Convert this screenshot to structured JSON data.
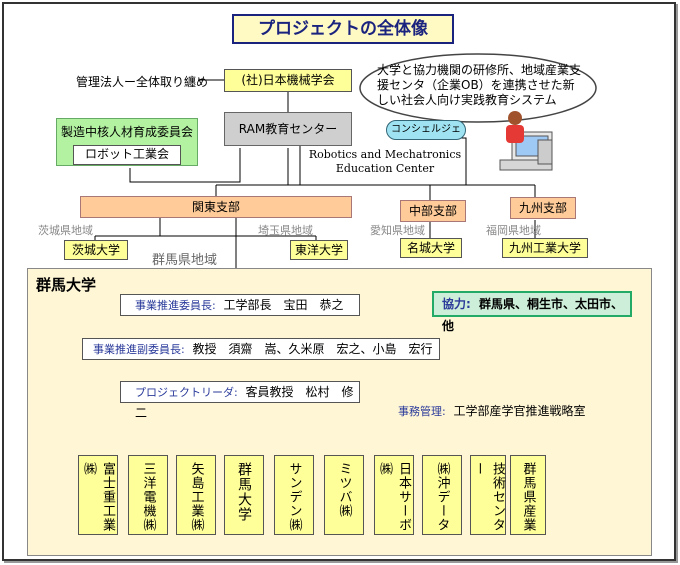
{
  "title": "プロジェクトの全体像",
  "management_label": "管理法人ー全体取り纏め",
  "jsme": "(社)日本機械学会",
  "cloud_text": "大学と協力機関の研修所、地域産業支援センタ（企業OB）を連携させた新しい社会人向け実践教育システム",
  "committee": "製造中核人材育成委員会",
  "robot_assoc": "ロボット工業会",
  "ram_center": "RAM教育センター",
  "concierge": "コンシェルジェ",
  "rme_line1": "Robotics and Mechatronics",
  "rme_line2": "Education Center",
  "branches": {
    "kanto": "関東支部",
    "chubu": "中部支部",
    "kyushu": "九州支部"
  },
  "regions": {
    "ibaraki": "茨城県地域",
    "saitama": "埼玉県地域",
    "aichi": "愛知県地域",
    "fukuoka": "福岡県地域",
    "gunma": "群馬県地域"
  },
  "universities": {
    "ibaraki": "茨城大学",
    "toyo": "東洋大学",
    "meijo": "名城大学",
    "kyutech": "九州工業大学"
  },
  "gunma_univ": "群馬大学",
  "roles": {
    "chair_key": "事業推進委員長:",
    "chair_val": "工学部長　宝田　恭之",
    "vice_key": "事業推進副委員長:",
    "vice_val": "教授　須齋　嵩、久米原　宏之、小島　宏行",
    "leader_key": "プロジェクトリーダ:",
    "leader_val": "客員教授　松村　修二",
    "office_key": "事務管理:",
    "office_val": "工学部産学官推進戦略室"
  },
  "cooperation_key": "協力:",
  "cooperation_val": "群馬県、桐生市、太田市、他",
  "members": [
    "富士重工業㈱",
    "三洋電機㈱",
    "矢島工業㈱",
    "群馬大学",
    "サンデン㈱",
    "ミツバ㈱",
    "日本サーボ㈱",
    "㈱沖データ",
    "技術センター",
    "群馬県産業"
  ],
  "colors": {
    "title_border": "#1a237e",
    "yellow": "#ffff99",
    "green": "#b2f2a0",
    "orange": "#ffcc99",
    "cream": "#fff6d6"
  }
}
